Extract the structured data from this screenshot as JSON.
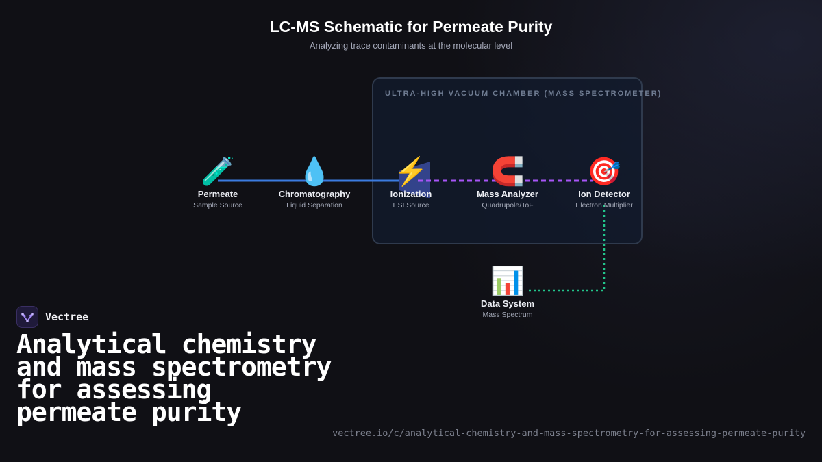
{
  "header": {
    "title": "LC-MS Schematic for Permeate Purity",
    "subtitle": "Analyzing trace contaminants at the molecular level"
  },
  "chamber": {
    "label": "ULTRA-HIGH VACUUM CHAMBER (MASS SPECTROMETER)"
  },
  "nodes": {
    "permeate": {
      "icon": "🧪",
      "icon_name": "test-tube-icon",
      "name": "Permeate",
      "sub": "Sample Source"
    },
    "chromatography": {
      "icon": "💧",
      "icon_name": "droplet-icon",
      "name": "Chromatography",
      "sub": "Liquid Separation"
    },
    "ionization": {
      "icon": "⚡",
      "icon_name": "lightning-icon",
      "name": "Ionization",
      "sub": "ESI Source"
    },
    "analyzer": {
      "icon": "🧲",
      "icon_name": "magnet-icon",
      "name": "Mass Analyzer",
      "sub": "Quadrupole/ToF"
    },
    "detector": {
      "icon": "🎯",
      "icon_name": "target-icon",
      "name": "Ion Detector",
      "sub": "Electron Multiplier"
    },
    "data_system": {
      "icon": "📊",
      "icon_name": "bar-chart-icon",
      "name": "Data System",
      "sub": "Mass Spectrum"
    }
  },
  "colors": {
    "liquid_flow": "#3b7be0",
    "ion_beam": "#a855f7",
    "signal": "#22c58b",
    "chamber_border": "#2f3a4d"
  },
  "brand": {
    "name": "Vectree"
  },
  "footer": {
    "headline": "Analytical chemistry and mass spectrometry for assessing permeate purity",
    "url": "vectree.io/c/analytical-chemistry-and-mass-spectrometry-for-assessing-permeate-purity"
  }
}
